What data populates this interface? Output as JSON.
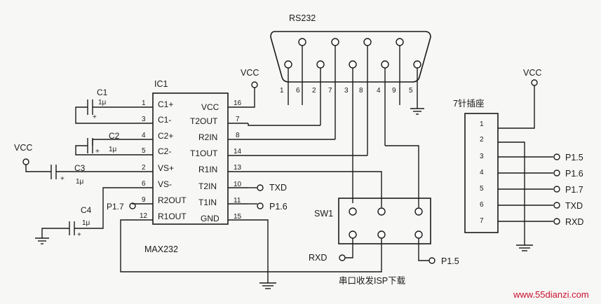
{
  "ic": {
    "ref": "IC1",
    "part": "MAX232",
    "left_pins": [
      {
        "num": "1",
        "name": "C1+"
      },
      {
        "num": "3",
        "name": "C1-"
      },
      {
        "num": "4",
        "name": "C2+"
      },
      {
        "num": "5",
        "name": "C2-"
      },
      {
        "num": "2",
        "name": "VS+"
      },
      {
        "num": "6",
        "name": "VS-"
      },
      {
        "num": "9",
        "name": "R2OUT"
      },
      {
        "num": "12",
        "name": "R1OUT"
      }
    ],
    "right_pins": [
      {
        "num": "16",
        "name": "VCC"
      },
      {
        "num": "7",
        "name": "T2OUT"
      },
      {
        "num": "8",
        "name": "R2IN"
      },
      {
        "num": "14",
        "name": "T1OUT"
      },
      {
        "num": "13",
        "name": "R1IN"
      },
      {
        "num": "10",
        "name": "T2IN"
      },
      {
        "num": "11",
        "name": "T1IN"
      },
      {
        "num": "15",
        "name": "GND"
      }
    ]
  },
  "capacitors": [
    {
      "ref": "C1",
      "value": "1μ",
      "polarity": "+"
    },
    {
      "ref": "C2",
      "value": "1μ",
      "polarity": "+"
    },
    {
      "ref": "C3",
      "value": "1μ",
      "polarity": "+"
    },
    {
      "ref": "C4",
      "value": "1μ",
      "polarity": "+"
    }
  ],
  "power": {
    "vcc": "VCC"
  },
  "rs232": {
    "label": "RS232",
    "pins": [
      "1",
      "6",
      "2",
      "7",
      "3",
      "8",
      "4",
      "9",
      "5"
    ]
  },
  "net_labels": {
    "txd": "TXD",
    "rxd": "RXD",
    "p16": "P1.6",
    "p17": "P1.7",
    "p15": "P1.5"
  },
  "switch": {
    "ref": "SW1",
    "caption": "串口收发ISP下载"
  },
  "header": {
    "title": "7针插座",
    "pins": [
      "1",
      "2",
      "3",
      "4",
      "5",
      "6",
      "7"
    ],
    "signals": [
      "P1.5",
      "P1.6",
      "P1.7",
      "TXD",
      "RXD"
    ]
  },
  "watermark": "www.55dianzi.com"
}
